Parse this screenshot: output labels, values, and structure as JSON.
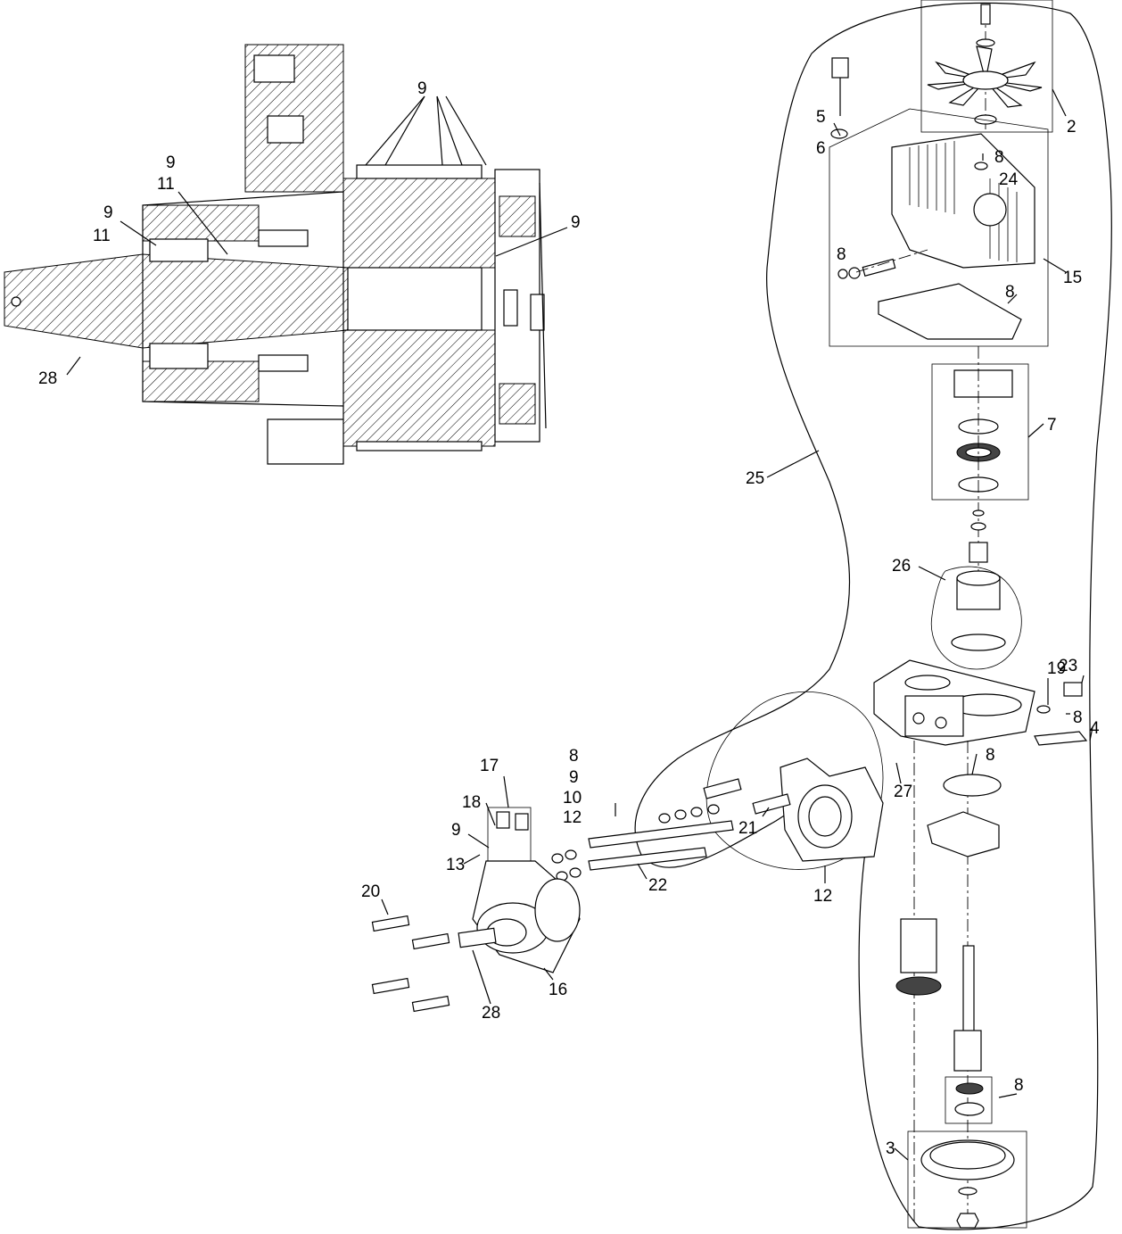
{
  "callouts": {
    "c2": "2",
    "c3": "3",
    "c4": "4",
    "c5": "5",
    "c6": "6",
    "c7": "7",
    "c8_top": "8",
    "c8_left": "8",
    "c8_gasket": "8",
    "c8_side": "8",
    "c8_mid": "8",
    "c8_bottom": "8",
    "c8_stack": "8",
    "c9_top": "9",
    "c9_left_a": "9",
    "c9_left_b": "9",
    "c9_right": "9",
    "c9_stack": "9",
    "c9_block": "9",
    "c10": "10",
    "c11_a": "11",
    "c11_b": "11",
    "c12_stack": "12",
    "c12_housing": "12",
    "c13": "13",
    "c15": "15",
    "c16": "16",
    "c17": "17",
    "c18": "18",
    "c19": "19",
    "c20": "20",
    "c21": "21",
    "c22": "22",
    "c23": "23",
    "c24": "24",
    "c25": "25",
    "c26": "26",
    "c27": "27",
    "c28_section": "28",
    "c28_block": "28"
  }
}
